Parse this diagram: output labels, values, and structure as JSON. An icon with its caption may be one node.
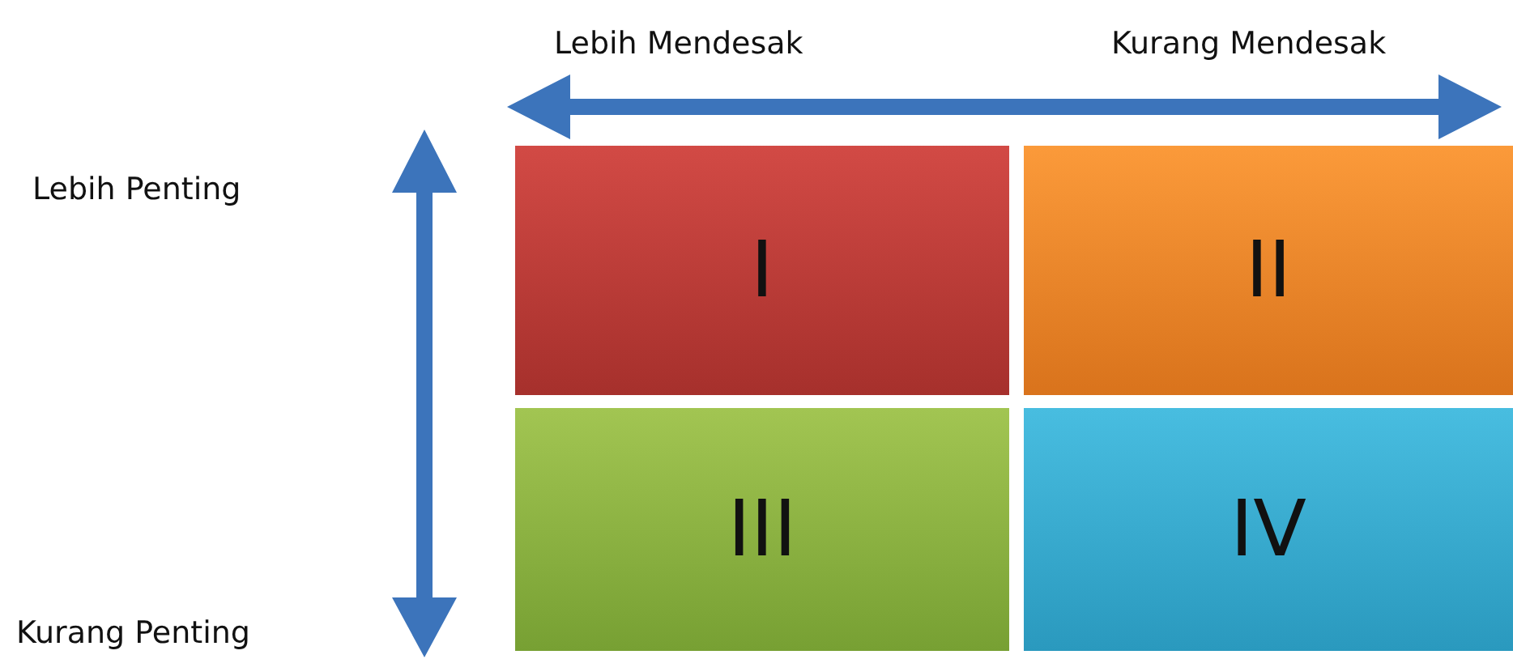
{
  "diagram": {
    "nodes": [
      {
        "text": [
          "I"
        ]
      },
      {
        "text": [
          "II"
        ]
      },
      {
        "text": [
          "III"
        ]
      },
      {
        "text": [
          "IV"
        ]
      }
    ],
    "labels": [
      "Lebih Mendesak",
      "Kurang Mendesak",
      "Lebih Penting",
      "Kurang Penting"
    ]
  }
}
